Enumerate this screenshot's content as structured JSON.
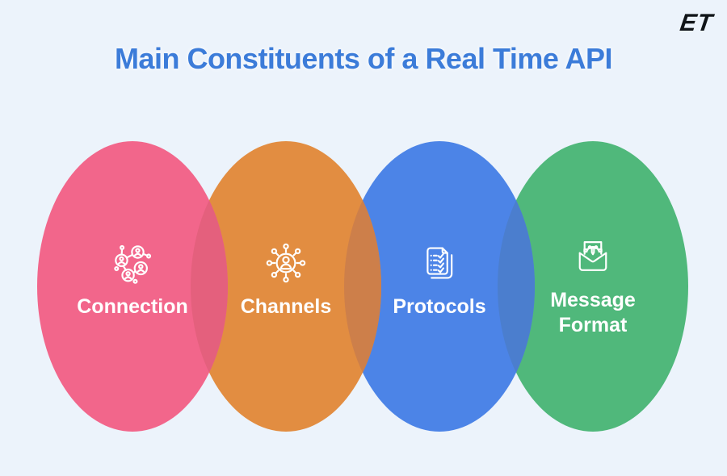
{
  "theme": {
    "background": "#ECF3FB",
    "title_color": "#3C7CD9",
    "label_color": "#FFFFFF",
    "logo_color": "#101418"
  },
  "logo": {
    "text": "ET"
  },
  "title": {
    "text": "Main Constituents of a Real Time API"
  },
  "diagram": {
    "type": "overlapping-ellipses",
    "items": [
      {
        "label": "Connection",
        "icon": "connected-users-icon",
        "color": "#F2668B"
      },
      {
        "label": "Channels",
        "icon": "user-hub-icon",
        "color": "#E28D41"
      },
      {
        "label": "Protocols",
        "icon": "checklist-documents-icon",
        "color": "#4C84E7"
      },
      {
        "label": "Message Format",
        "icon": "envelope-design-icon",
        "color": "#50B87B"
      }
    ],
    "overlaps": [
      {
        "pair": "connection-channels",
        "color": "#E4607D"
      },
      {
        "pair": "channels-protocols",
        "color": "#CD7F4A"
      },
      {
        "pair": "protocols-message-format",
        "color": "#4B7ECE"
      }
    ]
  }
}
